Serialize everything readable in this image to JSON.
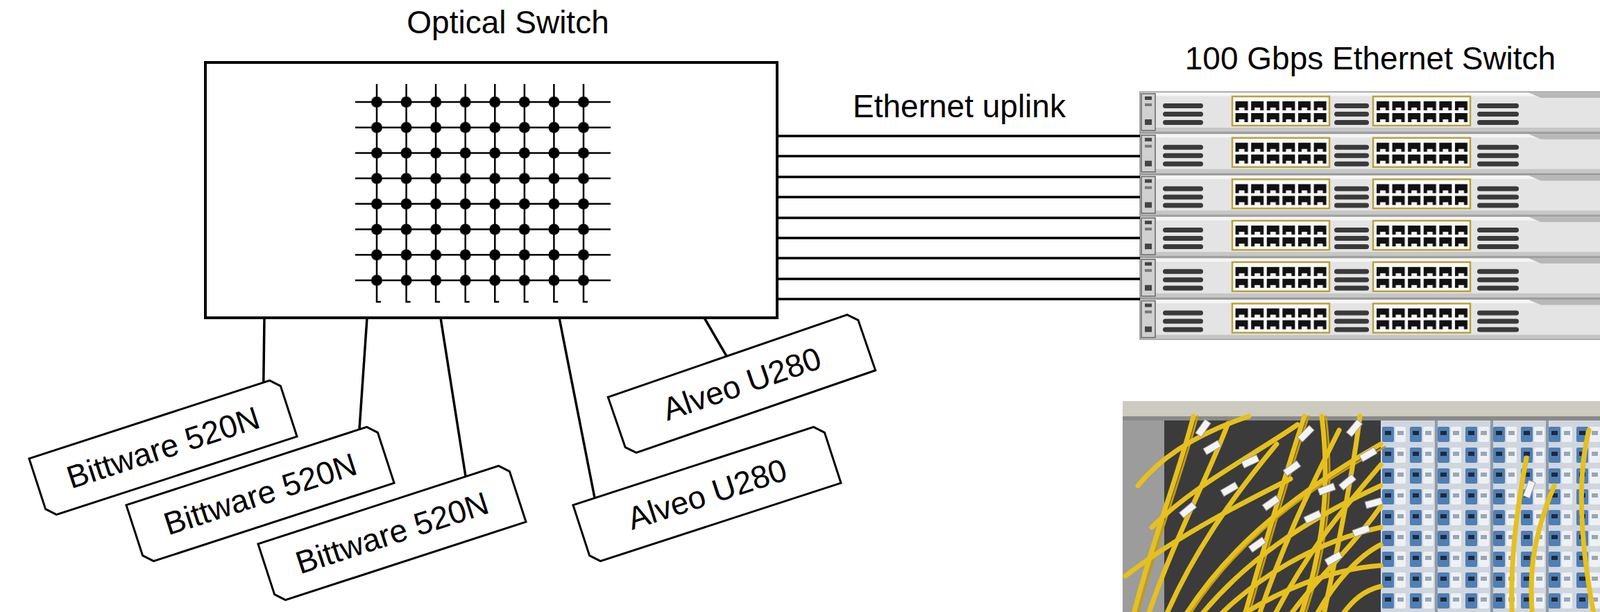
{
  "diagram": {
    "nodes": [
      {
        "text": [
          "Optical Switch"
        ]
      },
      {
        "text": [
          "100 Gbps Ethernet Switch"
        ]
      },
      {
        "text": [
          "Bittware 520N"
        ]
      },
      {
        "text": [
          "Bittware 520N"
        ]
      },
      {
        "text": [
          "Bittware 520N"
        ]
      },
      {
        "text": [
          "Alveo U280"
        ]
      },
      {
        "text": [
          "Alveo U280"
        ]
      }
    ],
    "edges": [
      {
        "from": 0,
        "to": 1,
        "arrow": "none",
        "label": "Ethernet uplink"
      },
      {
        "from": 0,
        "to": 1,
        "arrow": "none"
      },
      {
        "from": 0,
        "to": 1,
        "arrow": "none"
      },
      {
        "from": 0,
        "to": 1,
        "arrow": "none"
      },
      {
        "from": 0,
        "to": 1,
        "arrow": "none"
      },
      {
        "from": 0,
        "to": 1,
        "arrow": "none"
      },
      {
        "from": 0,
        "to": 1,
        "arrow": "none"
      },
      {
        "from": 0,
        "to": 1,
        "arrow": "none"
      },
      {
        "from": 0,
        "to": 1,
        "arrow": "none"
      },
      {
        "from": 0,
        "to": 2,
        "arrow": "none"
      },
      {
        "from": 0,
        "to": 3,
        "arrow": "none"
      },
      {
        "from": 0,
        "to": 4,
        "arrow": "none"
      },
      {
        "from": 0,
        "to": 5,
        "arrow": "none"
      },
      {
        "from": 0,
        "to": 6,
        "arrow": "none"
      }
    ]
  }
}
